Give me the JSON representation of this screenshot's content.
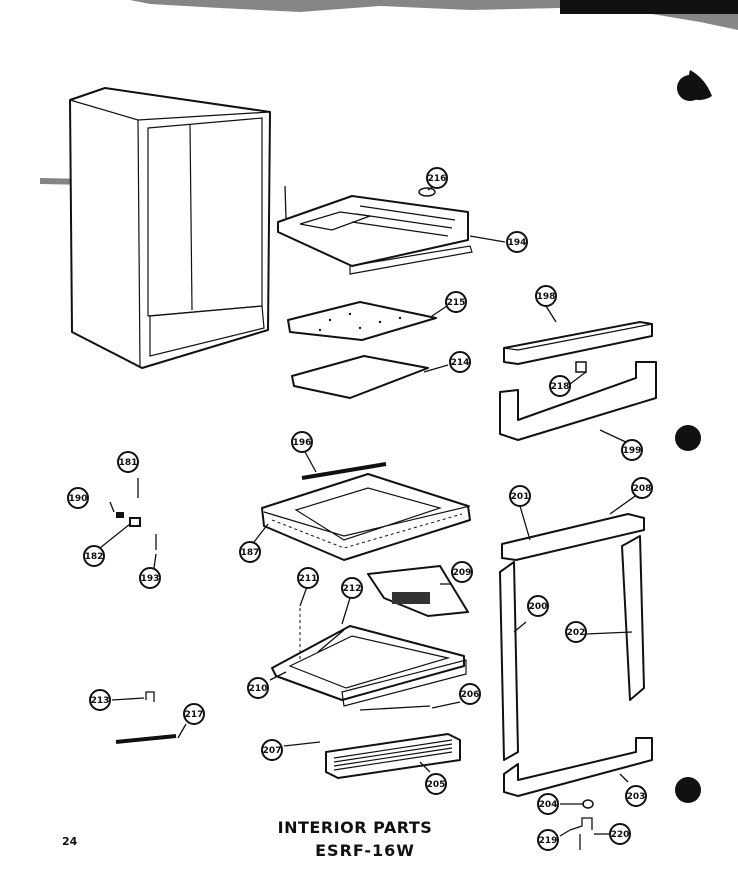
{
  "title": {
    "line1": "INTERIOR PARTS",
    "line2": "ESRF-16W"
  },
  "page_number": "24",
  "callouts": [
    {
      "id": "c216",
      "label": "216"
    },
    {
      "id": "c194",
      "label": "194"
    },
    {
      "id": "c215",
      "label": "215"
    },
    {
      "id": "c214",
      "label": "214"
    },
    {
      "id": "c198",
      "label": "198"
    },
    {
      "id": "c218",
      "label": "218"
    },
    {
      "id": "c199",
      "label": "199"
    },
    {
      "id": "c196",
      "label": "196"
    },
    {
      "id": "c181",
      "label": "181"
    },
    {
      "id": "c190",
      "label": "190"
    },
    {
      "id": "c182",
      "label": "182"
    },
    {
      "id": "c193",
      "label": "193"
    },
    {
      "id": "c187",
      "label": "187"
    },
    {
      "id": "c201",
      "label": "201"
    },
    {
      "id": "c208",
      "label": "208"
    },
    {
      "id": "c211",
      "label": "211"
    },
    {
      "id": "c212",
      "label": "212"
    },
    {
      "id": "c209",
      "label": "209"
    },
    {
      "id": "c200",
      "label": "200"
    },
    {
      "id": "c202",
      "label": "202"
    },
    {
      "id": "c210",
      "label": "210"
    },
    {
      "id": "c213",
      "label": "213"
    },
    {
      "id": "c217",
      "label": "217"
    },
    {
      "id": "c206",
      "label": "206"
    },
    {
      "id": "c207",
      "label": "207"
    },
    {
      "id": "c205",
      "label": "205"
    },
    {
      "id": "c203",
      "label": "203"
    },
    {
      "id": "c204",
      "label": "204"
    },
    {
      "id": "c219",
      "label": "219"
    },
    {
      "id": "c220",
      "label": "220"
    }
  ]
}
